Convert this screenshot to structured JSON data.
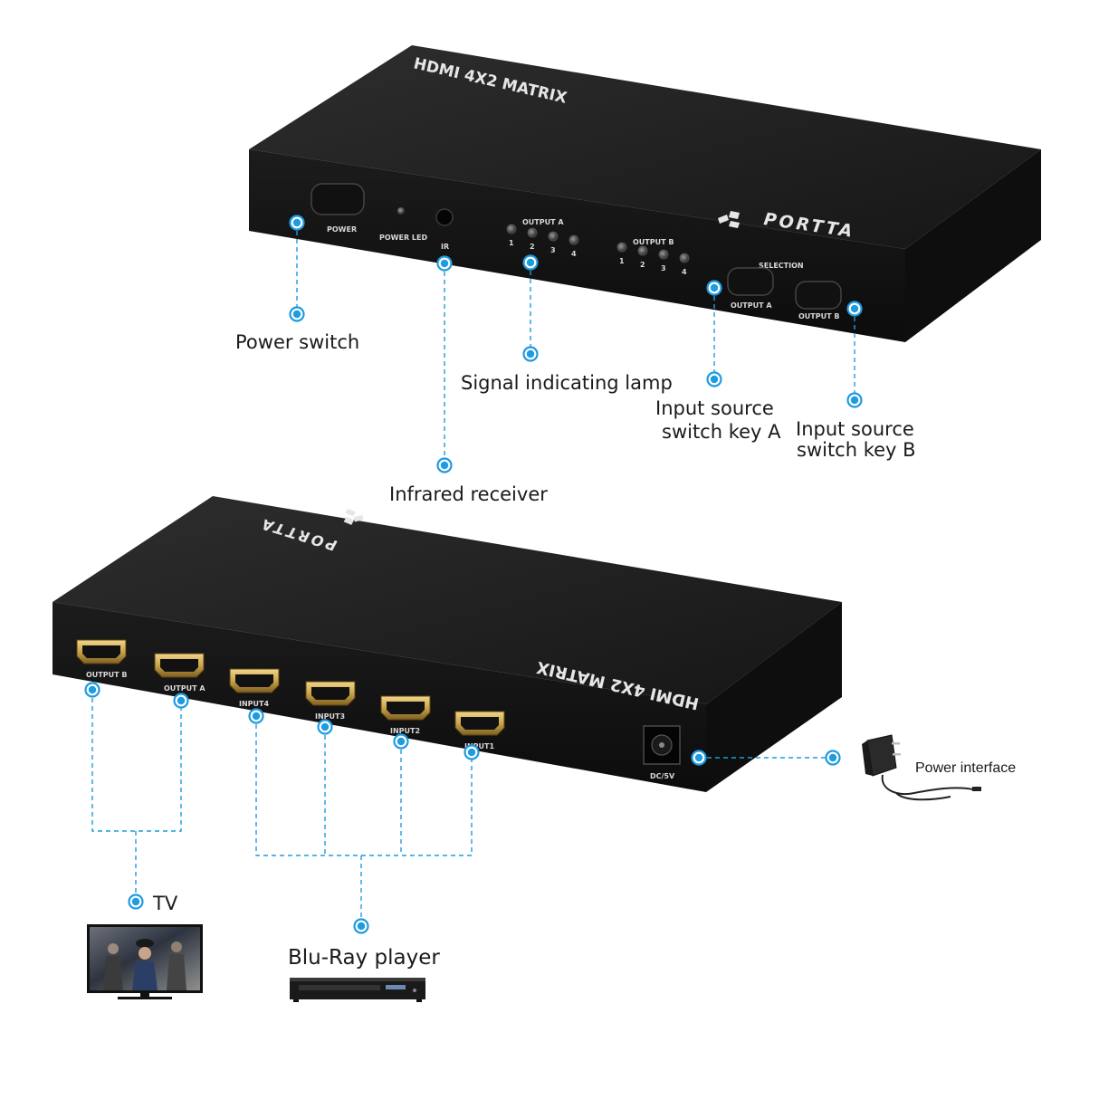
{
  "colors": {
    "accent": "#1f9be0",
    "device_body": "#1b1b1b",
    "device_top": "#2a2a2a",
    "port_gold": "#c9a44a"
  },
  "front_panel": {
    "model_label": "HDMI 4X2 MATRIX",
    "brand": "PORTTA",
    "power_label": "POWER",
    "power_led_label": "POWER LED",
    "ir_label": "IR",
    "output_a_label": "OUTPUT A",
    "output_b_label": "OUTPUT B",
    "led_numbers": [
      "1",
      "2",
      "3",
      "4"
    ],
    "selection_label": "SELECTION",
    "key_a_label": "OUTPUT A",
    "key_b_label": "OUTPUT B"
  },
  "back_panel": {
    "model_label": "HDMI 4X2 MATRIX",
    "brand": "PORTTA",
    "ports": [
      "OUTPUT B",
      "OUTPUT A",
      "INPUT4",
      "INPUT3",
      "INPUT2",
      "INPUT1"
    ],
    "dc_label": "DC/5V"
  },
  "callouts": {
    "power_switch": "Power switch",
    "signal_lamp": "Signal indicating lamp",
    "key_a_line1": "Input source",
    "key_a_line2": "switch key A",
    "key_b_line1": "Input source",
    "key_b_line2": "switch key B",
    "infrared": "Infrared receiver",
    "power_interface": "Power interface",
    "tv": "TV",
    "bluray": "Blu-Ray player"
  },
  "icons": {
    "adapter": "power-adapter-icon",
    "tv": "tv-icon",
    "bluray": "bluray-player-icon",
    "logo": "portta-logo-icon"
  }
}
